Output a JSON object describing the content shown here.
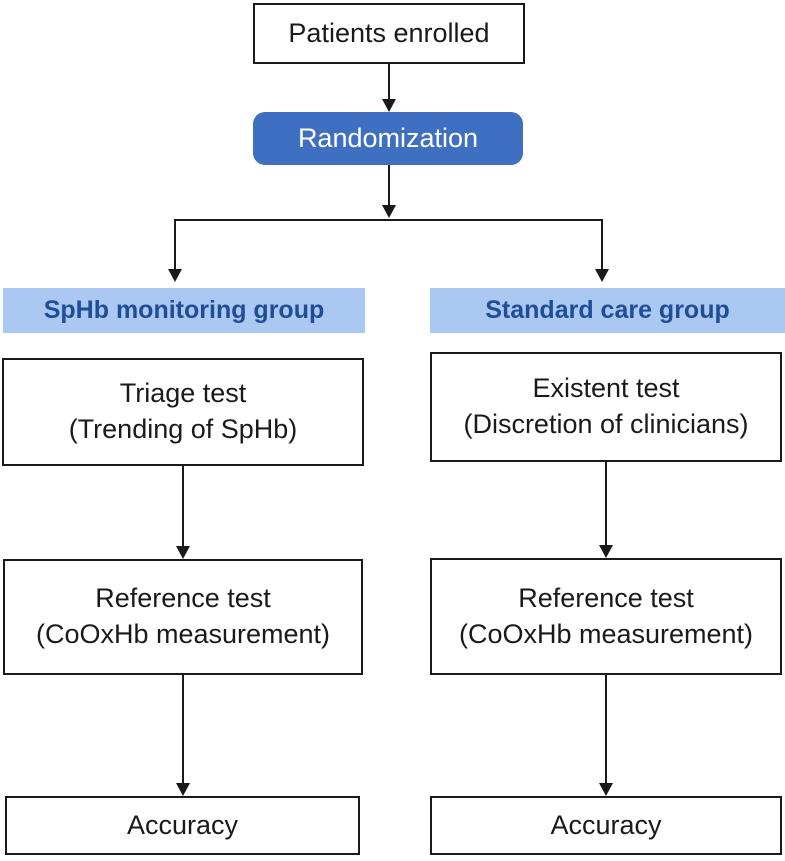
{
  "diagram": {
    "type": "flowchart",
    "nodes": {
      "patients": {
        "label": "Patients enrolled"
      },
      "randomization": {
        "label": "Randomization"
      },
      "left_group": {
        "label": "SpHb monitoring group"
      },
      "right_group": {
        "label": "Standard care group"
      },
      "left_test": {
        "line1": "Triage test",
        "line2": "(Trending of SpHb)"
      },
      "right_test": {
        "line1": "Existent test",
        "line2": "(Discretion of clinicians)"
      },
      "left_reference": {
        "line1": "Reference test",
        "line2": "(CoOxHb measurement)"
      },
      "right_reference": {
        "line1": "Reference test",
        "line2": "(CoOxHb measurement)"
      },
      "left_accuracy": {
        "label": "Accuracy"
      },
      "right_accuracy": {
        "label": "Accuracy"
      }
    },
    "edges": [
      {
        "from": "patients",
        "to": "randomization"
      },
      {
        "from": "randomization",
        "to": "left_group"
      },
      {
        "from": "randomization",
        "to": "right_group"
      },
      {
        "from": "left_test",
        "to": "left_reference"
      },
      {
        "from": "right_test",
        "to": "right_reference"
      },
      {
        "from": "left_reference",
        "to": "left_accuracy"
      },
      {
        "from": "right_reference",
        "to": "right_accuracy"
      }
    ],
    "colors": {
      "randomization-fill": "#3f6fc1",
      "randomization-text": "#ffffff",
      "group-fill": "#abc8f2",
      "group-text": "#1f4e96",
      "box-fill": "#ffffff",
      "box-border": "#1a1a1a",
      "arrow": "#1a1a1a"
    }
  }
}
